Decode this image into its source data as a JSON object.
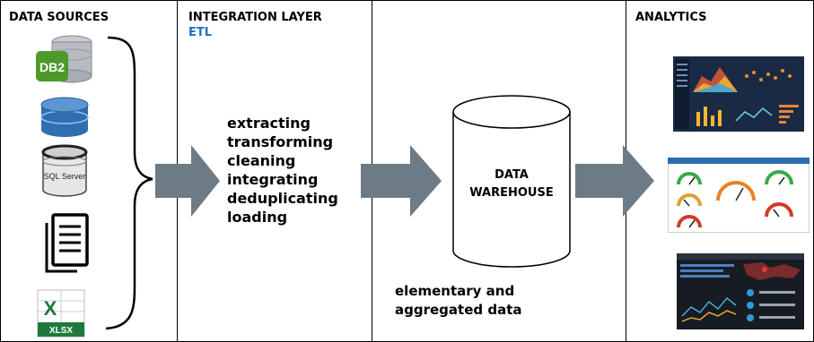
{
  "columns": {
    "sources_title": "DATA SOURCES",
    "integration_title": "INTEGRATION LAYER",
    "integration_subtitle": "ETL",
    "analytics_title": "ANALYTICS"
  },
  "source_icons": {
    "db2_label": "DB2",
    "sqlserver_label": "SQL Server",
    "xlsx_label": "XLSX",
    "excel_letter": "X"
  },
  "etl_steps": [
    "extracting",
    "transforming",
    "cleaning",
    "integrating",
    "deduplicating",
    "loading"
  ],
  "warehouse": {
    "line1": "DATA",
    "line2": "WAREHOUSE"
  },
  "warehouse_note": {
    "line1": "elementary and",
    "line2": "aggregated data"
  },
  "colors": {
    "arrow": "#6d7b87",
    "etl_accent": "#1f6fc5",
    "db2_green": "#4d9a2a",
    "db_blue": "#2f6fb0",
    "excel_green": "#1e7a3c"
  }
}
